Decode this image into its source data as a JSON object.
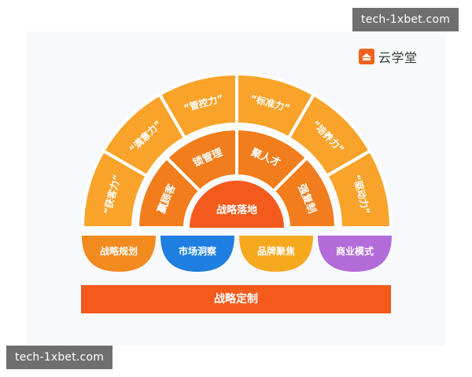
{
  "watermark": "tech-1xbet.com",
  "brand": {
    "name": "云学堂"
  },
  "outer_ring": [
    "“获客力”",
    "“满意力”",
    "“管控力”",
    "“标准力”",
    "“培养力”",
    "“驱动力”"
  ],
  "middle_ring": [
    "赢顾客",
    "锁管理",
    "聚人才",
    "强复制"
  ],
  "core": "战略落地",
  "pillars": [
    {
      "label": "战略规划",
      "color": "#f28a1e"
    },
    {
      "label": "市场洞察",
      "color": "#1f7fe0"
    },
    {
      "label": "品牌聚焦",
      "color": "#f7a91e"
    },
    {
      "label": "商业模式",
      "color": "#b36bd8"
    }
  ],
  "base": "战略定制",
  "colors": {
    "outer": "#f9a32a",
    "middle": "#f27d1c",
    "core": "#f45a1c",
    "base": "#f45a1c"
  }
}
